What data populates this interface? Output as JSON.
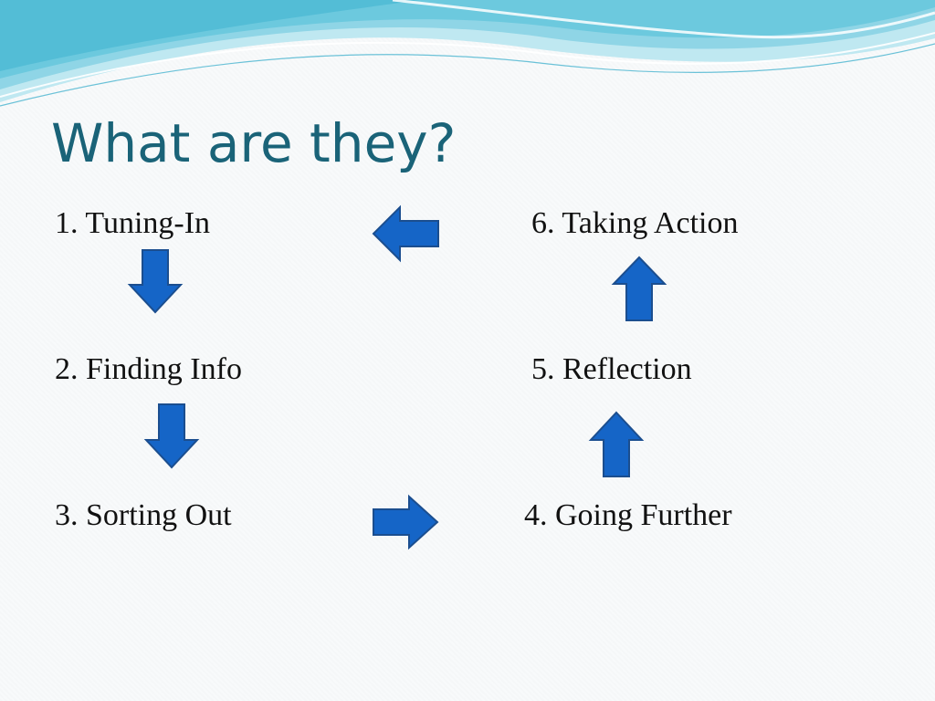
{
  "slide": {
    "title": "What are they?",
    "steps": [
      {
        "label": "1. Tuning-In"
      },
      {
        "label": "2. Finding Info"
      },
      {
        "label": "3. Sorting Out"
      },
      {
        "label": "4. Going Further"
      },
      {
        "label": "5. Reflection"
      },
      {
        "label": "6. Taking Action"
      }
    ],
    "arrows": [
      {
        "from": "1. Tuning-In",
        "to": "2. Finding Info",
        "direction": "down",
        "icon": "down-arrow-icon"
      },
      {
        "from": "2. Finding Info",
        "to": "3. Sorting Out",
        "direction": "down",
        "icon": "down-arrow-icon"
      },
      {
        "from": "3. Sorting Out",
        "to": "4. Going Further",
        "direction": "right",
        "icon": "right-arrow-icon"
      },
      {
        "from": "4. Going Further",
        "to": "5. Reflection",
        "direction": "up",
        "icon": "up-arrow-icon"
      },
      {
        "from": "5. Reflection",
        "to": "6. Taking Action",
        "direction": "up",
        "icon": "up-arrow-icon"
      },
      {
        "from": "6. Taking Action",
        "to": "1. Tuning-In",
        "direction": "left",
        "icon": "left-arrow-icon"
      }
    ]
  },
  "colors": {
    "title": "#1a6378",
    "arrow_fill": "#1565c7",
    "arrow_stroke": "#1b4e8f",
    "wave_main": "#6cc9de",
    "wave_light": "#bfe8f1",
    "wave_deep": "#2fa9c9"
  }
}
